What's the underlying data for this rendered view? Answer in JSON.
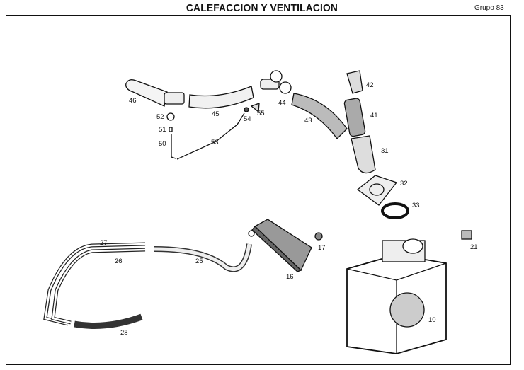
{
  "header": {
    "title": "CALEFACCION Y VENTILACION",
    "group": "Grupo 83"
  },
  "parts": [
    {
      "id": "46",
      "label": "46"
    },
    {
      "id": "52",
      "label": "52"
    },
    {
      "id": "51",
      "label": "51"
    },
    {
      "id": "50",
      "label": "50"
    },
    {
      "id": "45",
      "label": "45"
    },
    {
      "id": "54",
      "label": "54"
    },
    {
      "id": "55",
      "label": "55"
    },
    {
      "id": "53",
      "label": "53"
    },
    {
      "id": "44",
      "label": "44"
    },
    {
      "id": "43",
      "label": "43"
    },
    {
      "id": "42",
      "label": "42"
    },
    {
      "id": "41",
      "label": "41"
    },
    {
      "id": "31",
      "label": "31"
    },
    {
      "id": "32",
      "label": "32"
    },
    {
      "id": "33",
      "label": "33"
    },
    {
      "id": "27",
      "label": "27"
    },
    {
      "id": "26",
      "label": "26"
    },
    {
      "id": "25",
      "label": "25"
    },
    {
      "id": "16",
      "label": "16"
    },
    {
      "id": "17",
      "label": "17"
    },
    {
      "id": "21",
      "label": "21"
    },
    {
      "id": "10",
      "label": "10"
    },
    {
      "id": "28",
      "label": "28"
    }
  ]
}
